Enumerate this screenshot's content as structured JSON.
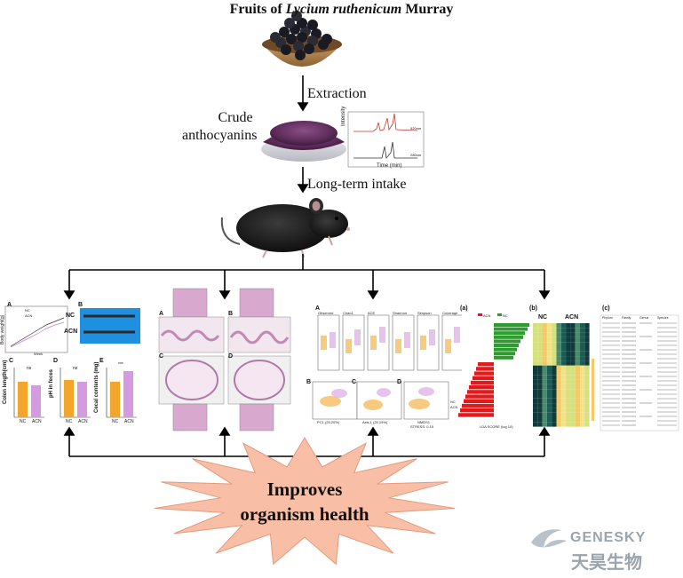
{
  "title": {
    "prefix": "Fruits of ",
    "species": "Lycium ruthenicum",
    "suffix": " Murray"
  },
  "steps": {
    "extraction": "Extraction",
    "crude_line1": "Crude",
    "crude_line2": "anthocyanins",
    "intake": "Long-term intake"
  },
  "chromatogram": {
    "ylabel": "Intensity",
    "xlabel": "Time (min)",
    "trace_top": "520nm",
    "trace_bottom": "280nm"
  },
  "panel1": {
    "A": "A",
    "B": "B",
    "C": "C",
    "D": "D",
    "E": "E",
    "ylabel_a": "Body weight(g)",
    "xlabel_a": "Week",
    "legend": [
      "NC",
      "ACN"
    ],
    "gel_nc": "NC",
    "gel_acn": "ACN",
    "ylabel_c": "Colon length(cm)",
    "ylabel_d": "pH in feces",
    "ylabel_e": "Cecal contents (mg)",
    "groups": [
      "NC",
      "ACN"
    ],
    "sig_c": "ns",
    "sig_d": "ns",
    "sig_e": "***"
  },
  "panel2": {
    "A": "A",
    "B": "B",
    "C": "C",
    "D": "D"
  },
  "panel3": {
    "A": "A",
    "B": "B",
    "C": "C",
    "D": "D",
    "indices": [
      "Observed",
      "Chao1",
      "ACE",
      "Shannon",
      "Simpson",
      "Coverage"
    ],
    "groups": [
      "NC",
      "ACN"
    ],
    "pca": "PC1 (25.20%)",
    "pcoa": "Axis.1 (25.19%)",
    "nmds": "NMDS1",
    "nmds_stress": "STRESS: 0.15",
    "legend": [
      "NC",
      "ACN"
    ]
  },
  "panel4": {
    "a": "(a)",
    "b": "(b)",
    "c": "(c)",
    "legend": [
      "ACN",
      "NC"
    ],
    "lda_xlabel": "LDA SCORE (log 10)",
    "heat_nc": "NC",
    "heat_acn": "ACN",
    "table_headers": [
      "Phylum",
      "Family",
      "Genus",
      "Species"
    ]
  },
  "result": {
    "line1": "Improves",
    "line2": "organism health"
  },
  "watermark": {
    "latin": "GENESKY",
    "chinese": "天昊生物"
  },
  "colors": {
    "nc_bar": "#f2a72c",
    "acn_bar": "#d49be0",
    "burst": "#f8bfa6",
    "lda_red": "#e31a1c",
    "lda_green": "#2e9b2e",
    "tissue_pink": "#e6c1d8",
    "gel_blue": "#1f8fe0"
  }
}
